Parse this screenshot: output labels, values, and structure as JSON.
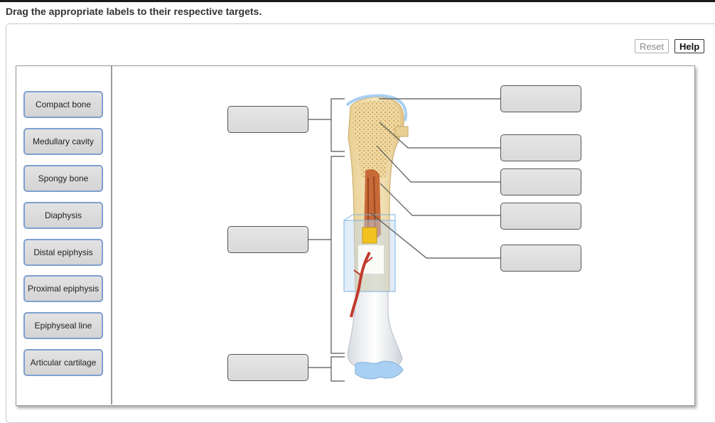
{
  "instruction": "Drag the appropriate labels to their respective targets.",
  "toolbar": {
    "reset_label": "Reset",
    "help_label": "Help"
  },
  "labels": [
    "Compact bone",
    "Medullary cavity",
    "Spongy bone",
    "Diaphysis",
    "Distal epiphysis",
    "Proximal epiphysis",
    "Epiphyseal line",
    "Articular cartilage"
  ],
  "colors": {
    "chip_border": "#7f9fd0",
    "bone": "#f3e2b8",
    "marrow": "#c86a38",
    "cartilage": "#a9cff2",
    "artery": "#c0392b"
  }
}
